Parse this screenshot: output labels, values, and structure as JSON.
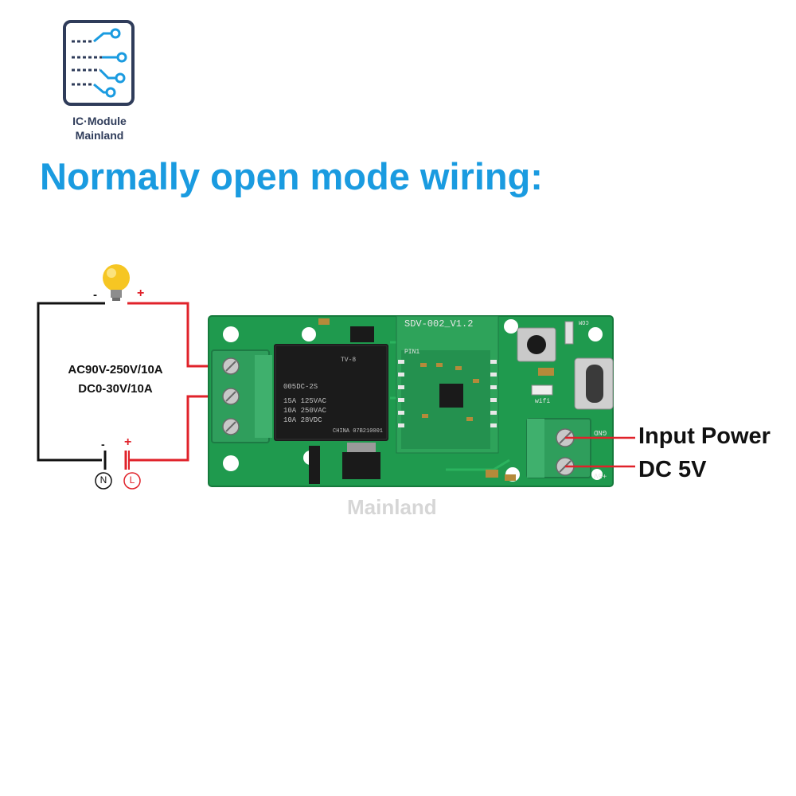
{
  "brand": {
    "line1": "IC·Module",
    "line2": "Mainland",
    "watermark": "Mainland"
  },
  "title": "Normally open mode wiring:",
  "load": {
    "icon": "light-bulb-icon",
    "minus": "-",
    "plus": "+"
  },
  "ratings": {
    "ac": "AC90V-250V/10A",
    "dc": "DC0-30V/10A"
  },
  "source": {
    "minus": "-",
    "plus": "+",
    "neutral": "N",
    "live": "L"
  },
  "board": {
    "module_label": "SDV-002_V1.2",
    "pin_label": "PIN1",
    "relay_lines": [
      "005DC-2S",
      "15A 125VAC",
      "10A 250VAC",
      "10A 28VDC",
      "CHINA 07B210001"
    ],
    "relay_mark": "TV-8",
    "gnd": "GND",
    "v5": "+5V",
    "wifi": "wifi",
    "com": "COM"
  },
  "callouts": {
    "input_power": "Input Power",
    "dc5v": "DC 5V"
  },
  "colors": {
    "title": "#1a9be0",
    "pcb": "#1f9a4e",
    "terminal": "#2f9e5c",
    "live_wire": "#e0222a",
    "neutral_wire": "#111111"
  }
}
